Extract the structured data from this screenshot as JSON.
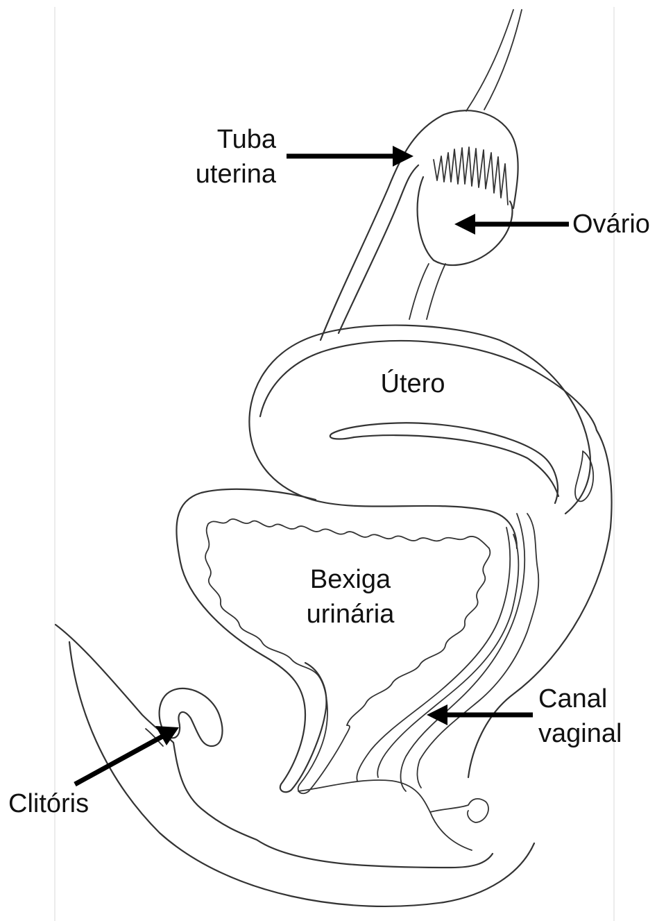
{
  "labels": {
    "tuba_line1": "Tuba",
    "tuba_line2": "uterina",
    "ovario": "Ovário",
    "utero": "Útero",
    "bexiga_line1": "Bexiga",
    "bexiga_line2": "urinária",
    "canal_line1": "Canal",
    "canal_line2": "vaginal",
    "clitoris": "Clitóris"
  },
  "colors": {
    "line": "#333333",
    "arrow": "#000000",
    "text": "#111111",
    "background": "#ffffff"
  }
}
